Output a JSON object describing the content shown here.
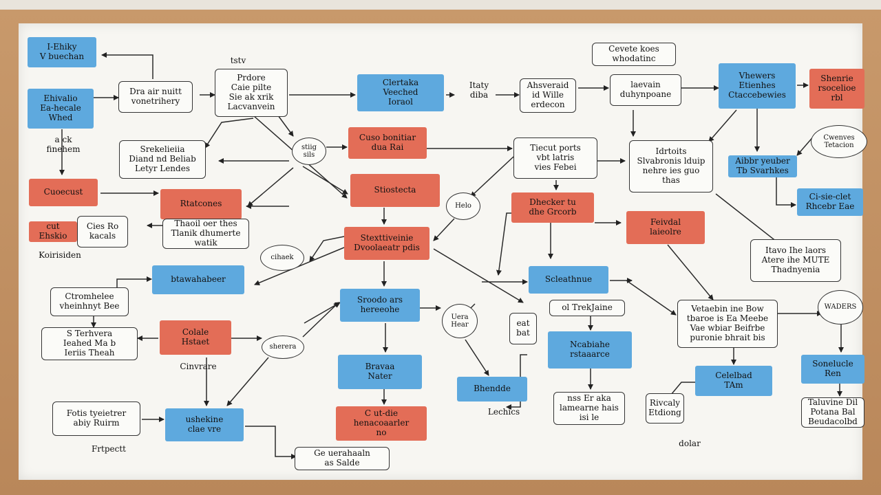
{
  "diagram": {
    "nodes": [
      {
        "id": "n1",
        "kind": "blue",
        "text": "I-Ehiky\nV buechan"
      },
      {
        "id": "n2",
        "kind": "blue",
        "text": "Ehivalio\nEa-hecale\nWhed"
      },
      {
        "id": "n3",
        "kind": "txt",
        "text": "a ck\nfinehem"
      },
      {
        "id": "n4",
        "kind": "red",
        "text": "Cuoecust"
      },
      {
        "id": "n5",
        "kind": "red",
        "text": "cut\nEhskio"
      },
      {
        "id": "n6",
        "kind": "txt",
        "text": "Koirisiden"
      },
      {
        "id": "n7",
        "kind": "white",
        "text": "Dra air nuitt\nvonetrihery"
      },
      {
        "id": "n8",
        "kind": "txt",
        "text": "tstv"
      },
      {
        "id": "n9",
        "kind": "white",
        "text": "Prdore\nCaie pilte\nSie ak xrik\nLacvanvein"
      },
      {
        "id": "n10",
        "kind": "white",
        "text": "Srekelieiia\nDiand nd Beliab\nLetyr Lendes"
      },
      {
        "id": "n11",
        "kind": "cloud",
        "text": "stiig\nsils"
      },
      {
        "id": "n12",
        "kind": "red",
        "text": "Rtatcones"
      },
      {
        "id": "n13",
        "kind": "white",
        "text": "Cies Ro\nkacals"
      },
      {
        "id": "n14",
        "kind": "white",
        "text": "Thaoil oer thes\nTlanik dhumerte\nwatik"
      },
      {
        "id": "n15",
        "kind": "blue",
        "text": "Clertaka\nVeeched\nIoraol"
      },
      {
        "id": "n16",
        "kind": "txt",
        "text": "Itaty\ndiba"
      },
      {
        "id": "n17",
        "kind": "white",
        "text": "Ahsveraid\nid Wille\nerdecon"
      },
      {
        "id": "n18",
        "kind": "red",
        "text": "Cuso bonitiar\ndua Rai"
      },
      {
        "id": "n19",
        "kind": "red",
        "text": "Stiostecta"
      },
      {
        "id": "n20",
        "kind": "red",
        "text": "Stexttiveinie\nDvoolaeatr pdis"
      },
      {
        "id": "n21",
        "kind": "cloud",
        "text": "cihaek"
      },
      {
        "id": "n22",
        "kind": "blue",
        "text": "btawahabeer"
      },
      {
        "id": "n23",
        "kind": "white",
        "text": "Ctromhelee\nvheinhnyt Bee"
      },
      {
        "id": "n24",
        "kind": "white",
        "text": "S Terhvera\nIeahed Ma b\nIeriis Theah"
      },
      {
        "id": "n25",
        "kind": "red",
        "text": "Colale\nHstaet"
      },
      {
        "id": "n26",
        "kind": "txt",
        "text": "Cinvrare"
      },
      {
        "id": "n27",
        "kind": "cloud",
        "text": "sherera"
      },
      {
        "id": "n28",
        "kind": "white",
        "text": "Fotis tyeietrer\nabiy Ruirm"
      },
      {
        "id": "n29",
        "kind": "blue",
        "text": "ushekine\nclae vre"
      },
      {
        "id": "n30",
        "kind": "txt",
        "text": "Frtpectt"
      },
      {
        "id": "n31",
        "kind": "blue",
        "text": "Sroodo ars\nhereeohe"
      },
      {
        "id": "n32",
        "kind": "blue",
        "text": "Bravaa\nNater"
      },
      {
        "id": "n33",
        "kind": "red",
        "text": "C ut-die\nhenacoaarler\nno"
      },
      {
        "id": "n34",
        "kind": "white",
        "text": "Ge uerahaaln\nas Salde"
      },
      {
        "id": "n35",
        "kind": "white",
        "text": "Tiecut ports\nvbt latris\nvies Febei"
      },
      {
        "id": "n36",
        "kind": "cloud",
        "text": "Helo"
      },
      {
        "id": "n37",
        "kind": "red",
        "text": "Dhecker tu\ndhe Grcorb"
      },
      {
        "id": "n38",
        "kind": "cloud",
        "text": "Uera\nHear"
      },
      {
        "id": "n39",
        "kind": "white",
        "text": "eat\nbat"
      },
      {
        "id": "n40",
        "kind": "blue",
        "text": "Scleathnue"
      },
      {
        "id": "n41",
        "kind": "white",
        "text": "ol TrekJaine"
      },
      {
        "id": "n42",
        "kind": "blue",
        "text": "Ncabiahe\nrstaaarce"
      },
      {
        "id": "n43",
        "kind": "blue",
        "text": "Bhendde"
      },
      {
        "id": "n44",
        "kind": "txt",
        "text": "Lechics"
      },
      {
        "id": "n45",
        "kind": "white",
        "text": "nss Er aka\nlamearne hais\nisi le"
      },
      {
        "id": "n46",
        "kind": "white",
        "text": "Rivcaly\nEtdiong"
      },
      {
        "id": "n47",
        "kind": "txt",
        "text": "dolar"
      },
      {
        "id": "n48",
        "kind": "white",
        "text": "Cevete koes\nwhodatinc"
      },
      {
        "id": "n49",
        "kind": "white",
        "text": "laevain\nduhynpoane"
      },
      {
        "id": "n50",
        "kind": "white",
        "text": "Idrtoits\nSlvabronis lduip\nnehre ies guo\nthas"
      },
      {
        "id": "n51",
        "kind": "red",
        "text": "Feivdal\nlaieolre"
      },
      {
        "id": "n52",
        "kind": "white",
        "text": "Itavo Ihe laors\nAtere ihe MUTE\nThadnyenia"
      },
      {
        "id": "n53",
        "kind": "white",
        "text": "Vetaebin ine Bow\ntbaroe is Ea Meebe\nVae wbiar Beifrbe\npuronie bhrait bis"
      },
      {
        "id": "n54",
        "kind": "blue",
        "text": "Celelbad\nTAm"
      },
      {
        "id": "n55",
        "kind": "blue",
        "text": "Vhewers\nEtienhes\nCtaccebewies"
      },
      {
        "id": "n56",
        "kind": "red",
        "text": "Shenrie\nrsocelioe\nrbl"
      },
      {
        "id": "n57",
        "kind": "cloud",
        "text": "Cwenves\nTetacion"
      },
      {
        "id": "n58",
        "kind": "blue",
        "text": "Aibbr yeuber\nTb Svarhkes"
      },
      {
        "id": "n59",
        "kind": "blue",
        "text": "Ci-sie-clet\nRhcebr Eae"
      },
      {
        "id": "n60",
        "kind": "cloud",
        "text": "WADERS"
      },
      {
        "id": "n61",
        "kind": "blue",
        "text": "Sonelucle\nRen"
      },
      {
        "id": "n62",
        "kind": "white",
        "text": "Taluvine Dil\nPotana Bal\nBeudacolbd"
      }
    ]
  }
}
